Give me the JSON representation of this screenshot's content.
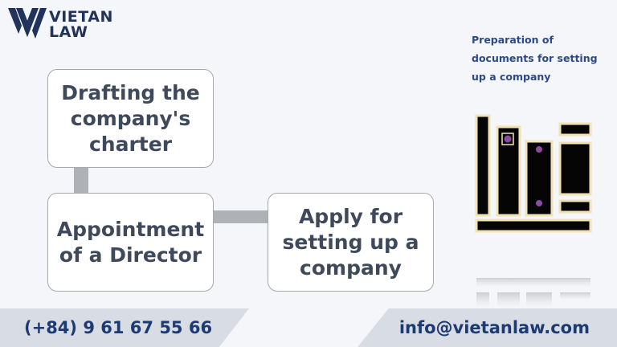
{
  "brand": {
    "line1": "VIETAN",
    "line2": "LAW"
  },
  "steps": [
    {
      "label": "Drafting the company's charter"
    },
    {
      "label": "Appointment of a Director"
    },
    {
      "label": "Apply for setting up a company"
    }
  ],
  "side_caption": "Preparation of documents for setting up a company",
  "contact": {
    "phone": "(+84) 9 61 67 55 66",
    "email": "info@vietanlaw.com"
  },
  "colors": {
    "brand_navy": "#22335b",
    "box_text": "#3e4a5c",
    "connector": "#aeb2b7",
    "band": "#d8dce4",
    "caption": "#2c4a8a"
  },
  "icons": {
    "logo": "vietan-logo-mark",
    "illustration": "books-on-shelf-icon"
  }
}
